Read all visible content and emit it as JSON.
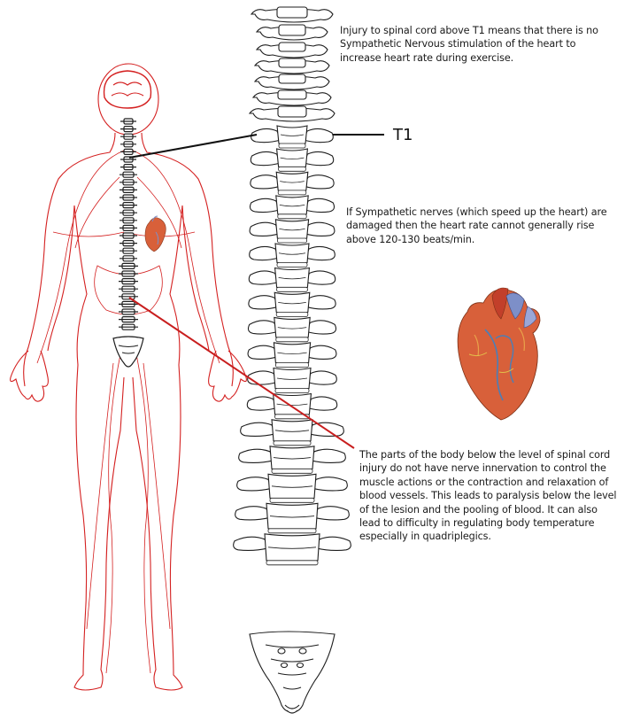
{
  "labels": {
    "t1": "T1"
  },
  "notes": {
    "t1_injury": "Injury to spinal cord above T1 means that there is no Sympathetic Nervous stimulation of the heart to increase heart rate during exercise.",
    "sympathetic": "If Sympathetic nerves (which speed up the heart) are damaged then the heart rate cannot generally rise above 120-130 beats/min.",
    "paralysis": "The parts of the body below the level of spinal cord injury do not have nerve innervation to control the muscle actions or the contraction and relaxation of blood vessels. This leads to paralysis below the level of the lesion and the pooling of blood. It can also lead to difficulty in regulating body temperature especially in quadriplegics."
  },
  "colors": {
    "body_outline": "#d42020",
    "pointer_red": "#c81e1e",
    "pointer_black": "#111111",
    "heart_red": "#d8603a",
    "heart_blue": "#7d8fc8"
  }
}
